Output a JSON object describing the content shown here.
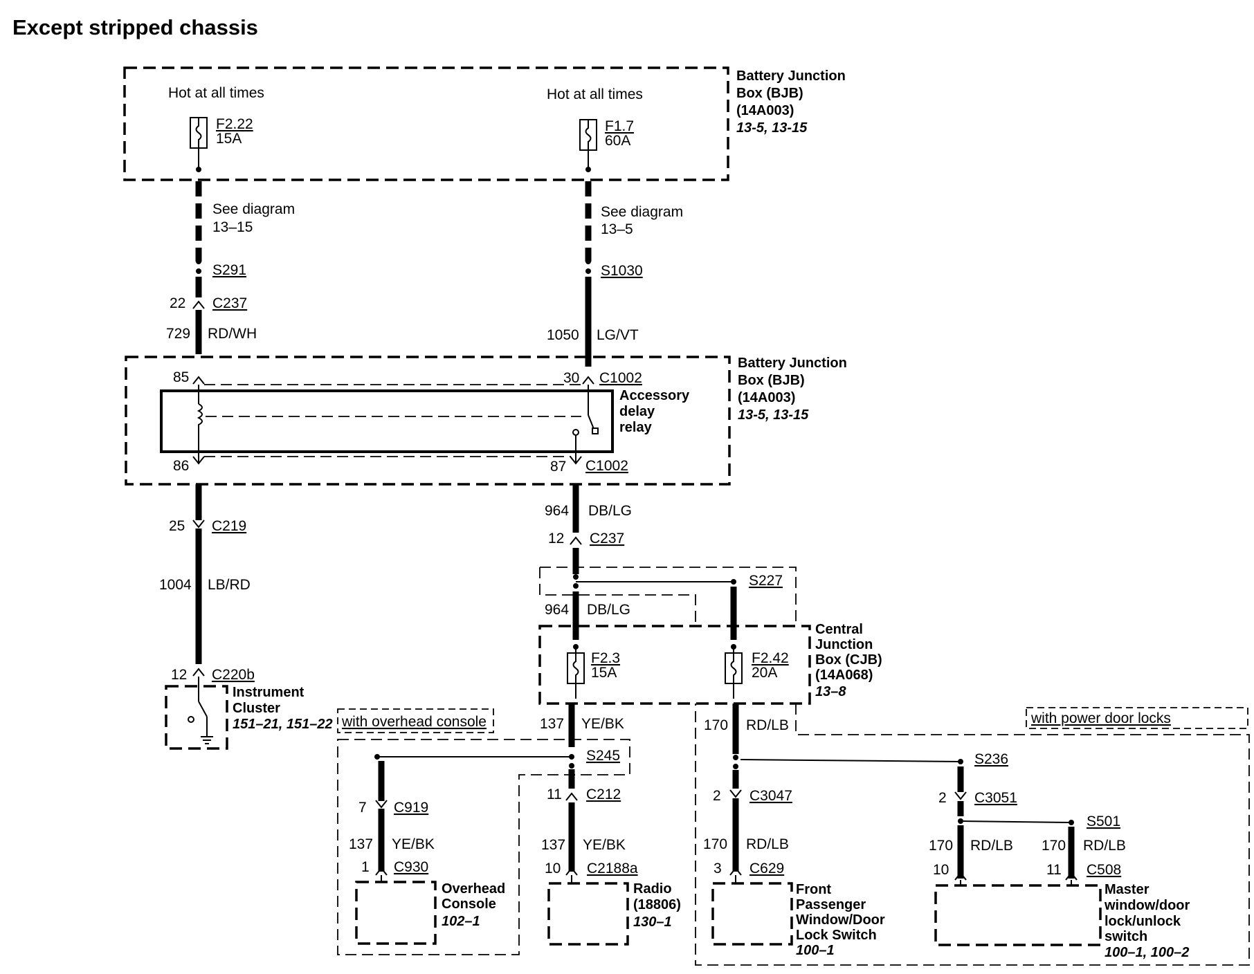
{
  "title": "Except stripped chassis",
  "bjb_top": {
    "name_lines": [
      "Battery Junction",
      "Box (BJB)",
      "(14A003)"
    ],
    "ref": "13-5, 13-15",
    "left_hot": "Hot at all times",
    "right_hot": "Hot at all times",
    "fuse_left": {
      "id": "F2.22",
      "rating": "15A"
    },
    "fuse_right": {
      "id": "F1.7",
      "rating": "60A"
    }
  },
  "see_left": [
    "See diagram",
    "13–15"
  ],
  "see_right": [
    "See diagram",
    "13–5"
  ],
  "left_circuit": {
    "splice": "S291",
    "pin_c237": "22",
    "conn_c237": "C237",
    "circuit": "729",
    "color": "RD/WH"
  },
  "right_circuit": {
    "splice": "S1030",
    "circuit": "1050",
    "color": "LG/VT"
  },
  "bjb_mid": {
    "name_lines": [
      "Battery Junction",
      "Box (BJB)",
      "(14A003)"
    ],
    "ref": "13-5, 13-15",
    "pin85": "85",
    "pin30": "30",
    "conn_top": "C1002",
    "pin86": "86",
    "pin87": "87",
    "conn_bottom": "C1002",
    "relay_lines": [
      "Accessory",
      "delay",
      "relay"
    ]
  },
  "cluster_feed": {
    "pin_c219": "25",
    "conn_c219": "C219",
    "circuit": "1004",
    "color": "LB/RD",
    "pin_c220b": "12",
    "conn_c220b": "C220b"
  },
  "instrument_cluster": {
    "name_lines": [
      "Instrument",
      "Cluster"
    ],
    "ref": "151–21, 151–22"
  },
  "relay_out": {
    "circuit": "964",
    "color": "DB/LG",
    "pin_c237": "12",
    "conn_c237": "C237",
    "splice": "S227",
    "circuit2": "964",
    "color2": "DB/LG"
  },
  "cjb": {
    "name_lines": [
      "Central",
      "Junction",
      "Box (CJB)",
      "(14A068)"
    ],
    "ref": "13–8",
    "fuse_left": {
      "id": "F2.3",
      "rating": "15A"
    },
    "fuse_right": {
      "id": "F2.42",
      "rating": "20A"
    }
  },
  "overhead_option": "with overhead console",
  "power_locks_option": "with power door locks",
  "ye_bk_branch": {
    "circuit": "137",
    "color": "YE/BK",
    "splice": "S245",
    "pin_c919": "7",
    "conn_c919": "C919",
    "circuit_oc": "137",
    "color_oc": "YE/BK",
    "pin_c930": "1",
    "conn_c930": "C930",
    "pin_c212": "11",
    "conn_c212": "C212",
    "circuit_radio": "137",
    "color_radio": "YE/BK",
    "pin_c2188a": "10",
    "conn_c2188a": "C2188a"
  },
  "overhead_console": {
    "name_lines": [
      "Overhead",
      "Console"
    ],
    "ref": "102–1"
  },
  "radio": {
    "name_lines": [
      "Radio",
      "(18806)"
    ],
    "ref": "130–1"
  },
  "rd_lb_branch": {
    "circuit": "170",
    "color": "RD/LB",
    "splice": "S236",
    "pin_c3047": "2",
    "conn_c3047": "C3047",
    "circuit_fp": "170",
    "color_fp": "RD/LB",
    "pin_c629": "3",
    "conn_c629": "C629",
    "pin_c3051": "2",
    "conn_c3051": "C3051",
    "splice2": "S501",
    "circuit_m1": "170",
    "color_m1": "RD/LB",
    "circuit_m2": "170",
    "color_m2": "RD/LB",
    "pin_m1": "10",
    "pin_m2": "11",
    "conn_c508": "C508"
  },
  "front_passenger": {
    "name_lines": [
      "Front",
      "Passenger",
      "Window/Door",
      "Lock Switch"
    ],
    "ref": "100–1"
  },
  "master_switch": {
    "name_lines": [
      "Master",
      "window/door",
      "lock/unlock",
      "switch"
    ],
    "ref": "100–1, 100–2"
  }
}
